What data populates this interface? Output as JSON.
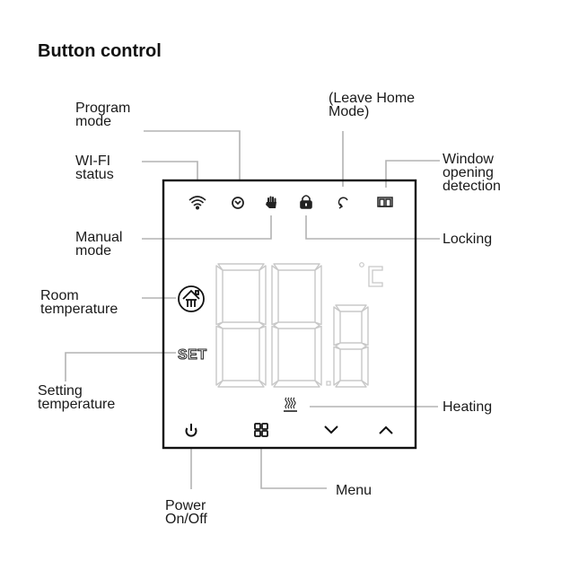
{
  "title": "Button control",
  "labels": {
    "program_mode": "Program\nmode",
    "wifi_status": "WI-FI\nstatus",
    "manual_mode": "Manual\nmode",
    "room_temperature": "Room\ntemperature",
    "setting_temperature": "Setting\ntemperature",
    "leave_home_mode": "(Leave Home\nMode)",
    "window_opening_detection": "Window\nopening\ndetection",
    "locking": "Locking",
    "heating": "Heating",
    "menu": "Menu",
    "power": "Power\nOn/Off"
  },
  "display": {
    "set_text": "SET",
    "unit": "°C",
    "digits": "88.8"
  },
  "icons": {
    "top_row": [
      "wifi-icon",
      "clock-icon",
      "hand-icon",
      "lock-icon",
      "leave-home-icon",
      "window-icon"
    ],
    "bottom_row": [
      "power-icon",
      "menu-grid-icon",
      "chevron-down-icon",
      "chevron-up-icon"
    ]
  },
  "colors": {
    "frame": "#111111",
    "leader": "#b3b3b3",
    "segment": "#c8c8c8",
    "text": "#1a1a1a"
  }
}
